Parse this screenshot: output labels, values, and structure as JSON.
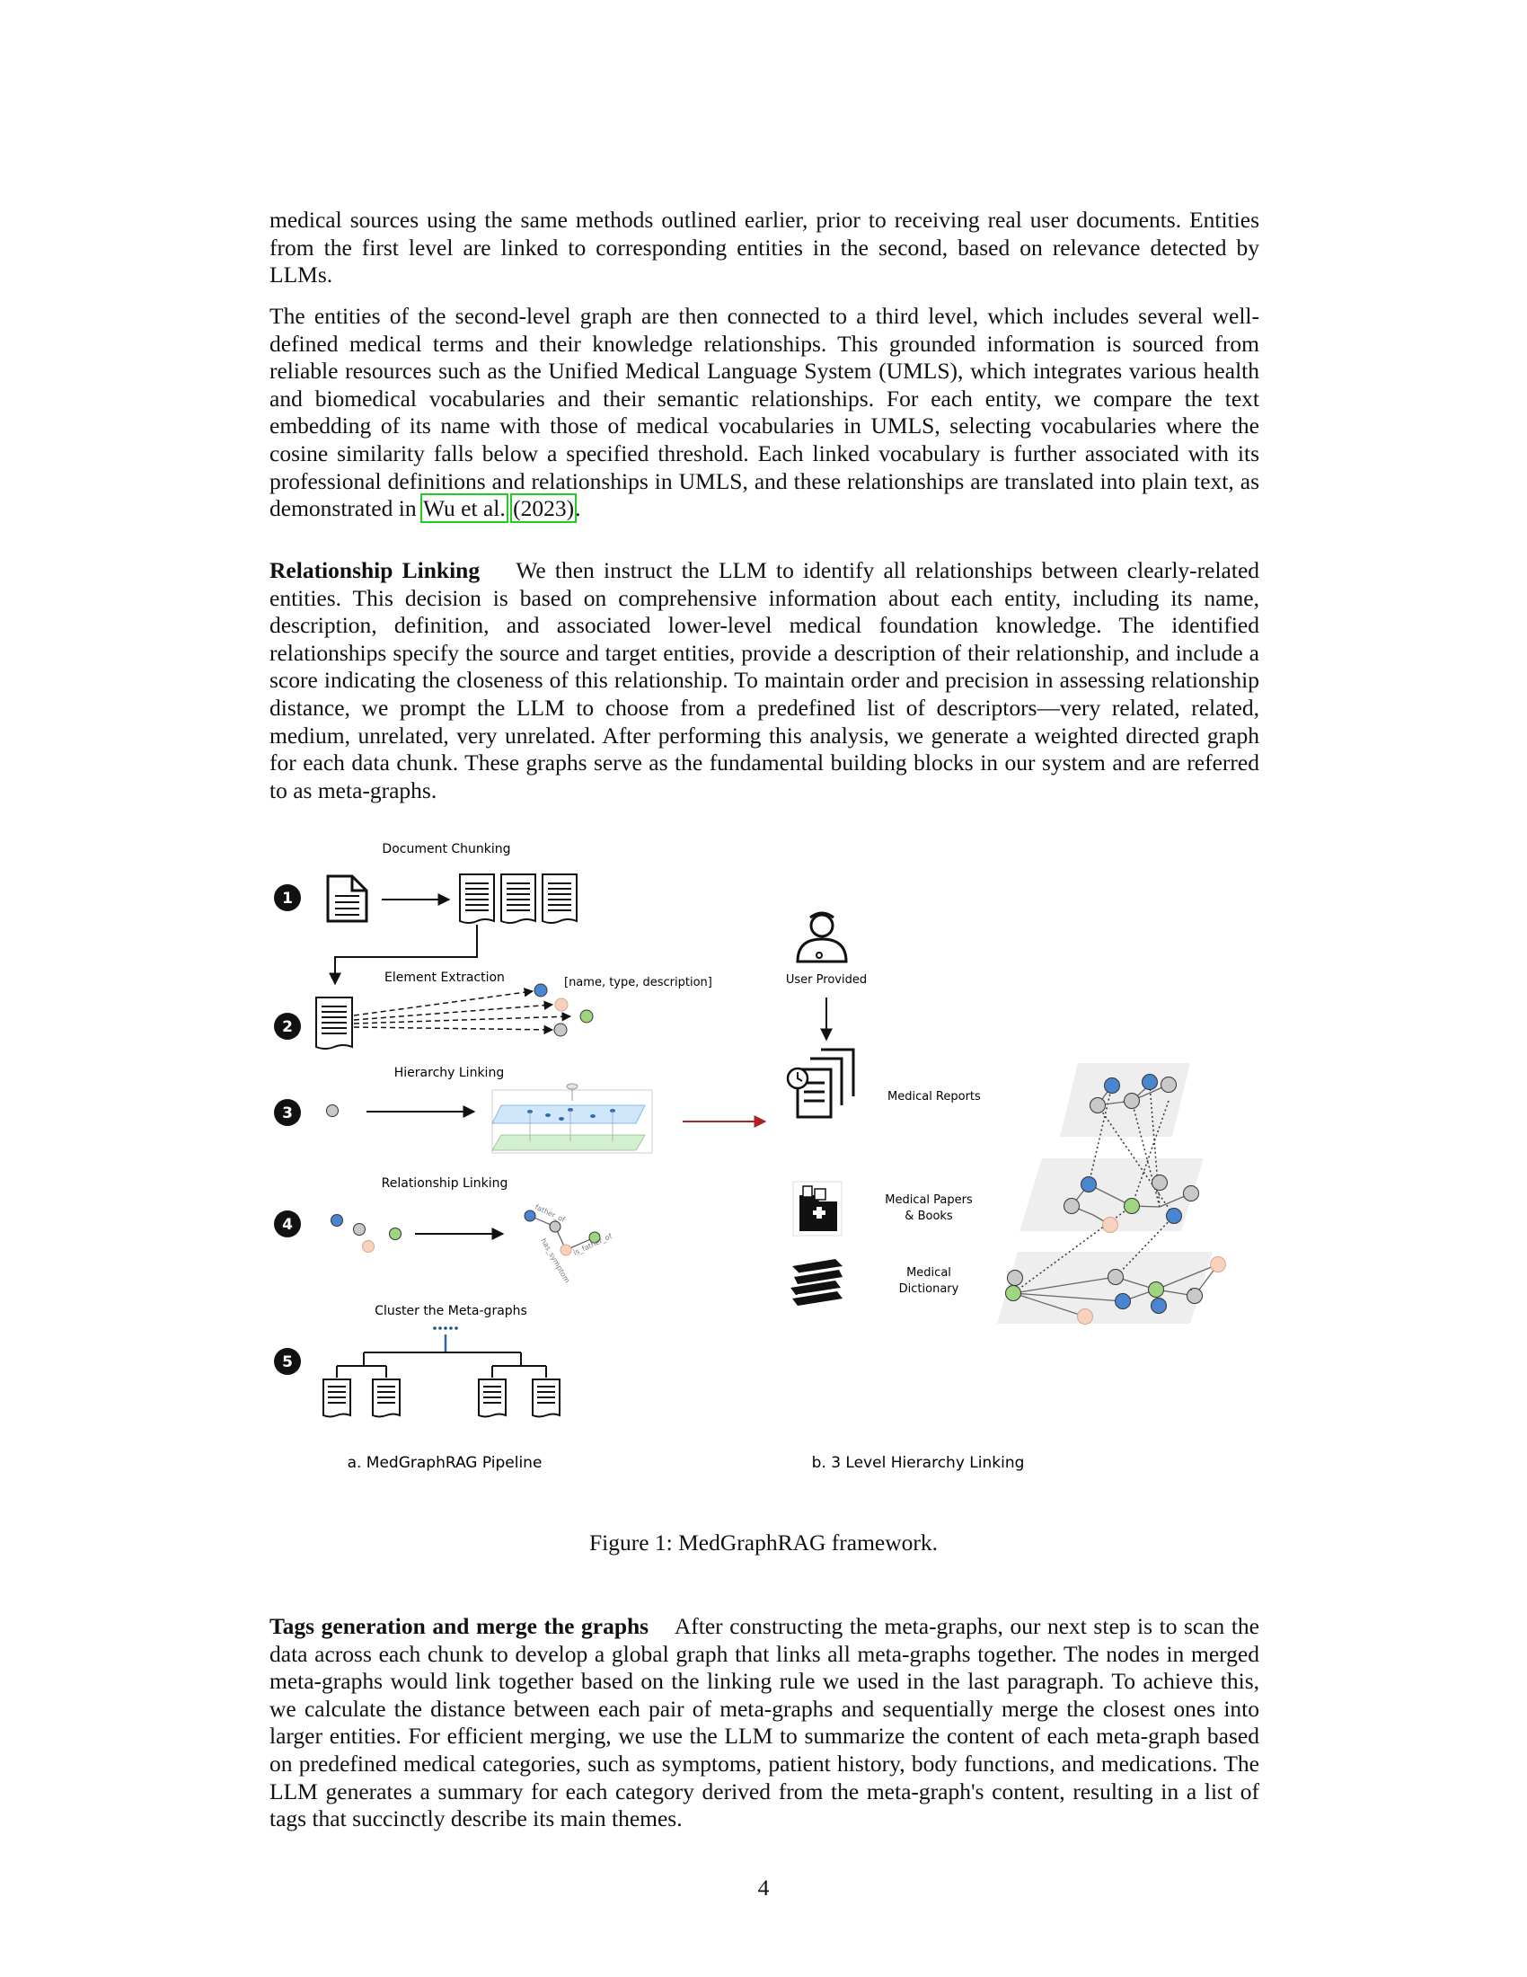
{
  "para1": "medical sources using the same methods outlined earlier, prior to receiving real user documents. Entities from the first level are linked to corresponding entities in the second, based on relevance detected by LLMs.",
  "para2_text": "The entities of the second-level graph are then connected to a third level, which includes several well-defined medical terms and their knowledge relationships. This grounded information is sourced from reliable resources such as the Unified Medical Language System (UMLS), which integrates various health and biomedical vocabularies and their semantic relationships. For each entity, we compare the text embedding of its name with those of medical vocabularies in UMLS, selecting vocabularies where the cosine similarity falls below a specified threshold. Each linked vocabulary is further associated with its professional definitions and relationships in UMLS, and these relationships are translated into plain text, as demonstrated in",
  "para2_cite_author": "Wu et al.",
  "para2_cite_year": "(2023)",
  "para2_end": ".",
  "para3_heading": "Relationship Linking",
  "para3_text": "We then instruct the LLM to identify all relationships between clearly-related entities. This decision is based on comprehensive information about each entity, including its name, description, definition, and associated lower-level medical foundation knowledge. The identified relationships specify the source and target entities, provide a description of their relationship, and include a score indicating the closeness of this relationship. To maintain order and precision in assessing relationship distance, we prompt the LLM to choose from a predefined list of descriptors—very related, related, medium, unrelated, very unrelated. After performing this analysis, we generate a weighted directed graph for each data chunk. These graphs serve as the fundamental building blocks in our system and are referred to as meta-graphs.",
  "figure": {
    "step1_title": "Document Chunking",
    "step2_title": "Element Extraction",
    "step2_attrs": "[name, type, description]",
    "step3_title": "Hierarchy Linking",
    "step4_title": "Relationship Linking",
    "step4_edge1": "father_of",
    "step4_edge2": "has_symptom",
    "step4_edge3": "is_father_of",
    "step5_title": "Cluster the Meta-graphs",
    "step_numbers": [
      "1",
      "2",
      "3",
      "4",
      "5"
    ],
    "user_provided": "User Provided",
    "medical_reports": "Medical Reports",
    "papers_line1": "Medical Papers",
    "papers_line2": "& Books",
    "dict_line1": "Medical",
    "dict_line2": "Dictionary",
    "caption_a": "a. MedGraphRAG Pipeline",
    "caption_b": "b. 3 Level Hierarchy Linking",
    "colors": {
      "blue": "#4a86d0",
      "green": "#9ed680",
      "peach": "#f8d2bc",
      "gray": "#c8c8c8",
      "red_arrow": "#b22222"
    }
  },
  "caption": "Figure 1: MedGraphRAG framework.",
  "para4_heading": "Tags generation and merge the graphs",
  "para4_text": "After constructing the meta-graphs, our next step is to scan the data across each chunk to develop a global graph that links all meta-graphs together. The nodes in merged meta-graphs would link together based on the linking rule we used in the last paragraph. To achieve this, we calculate the distance between each pair of meta-graphs and sequentially merge the closest ones into larger entities. For efficient merging, we use the LLM to summarize the content of each meta-graph based on predefined medical categories, such as symptoms, patient history, body functions, and medications. The LLM generates a summary for each category derived from the meta-graph's content, resulting in a list of tags that succinctly describe its main themes.",
  "page_number": "4"
}
